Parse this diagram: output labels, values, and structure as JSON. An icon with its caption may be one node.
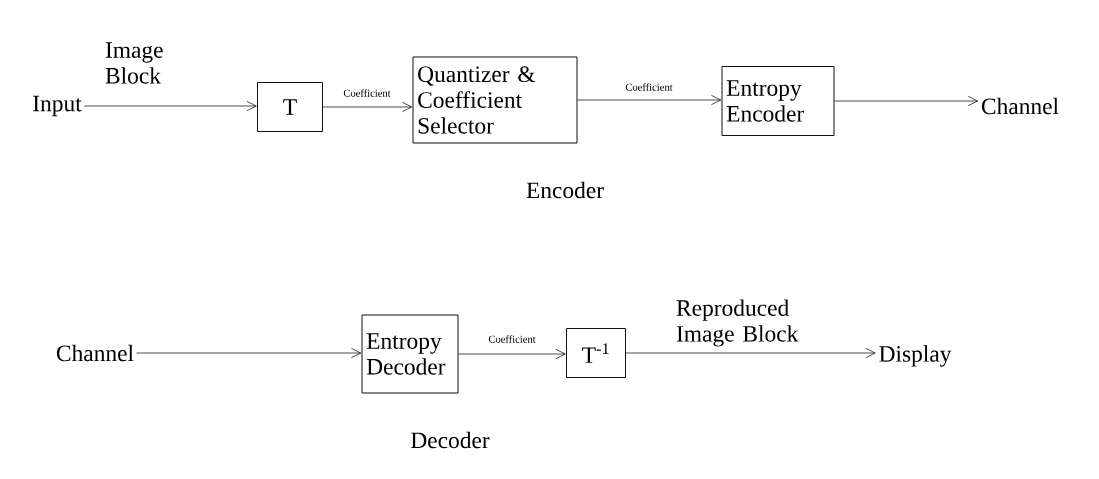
{
  "diagram": {
    "nodes": [
      {
        "text": [
          "Input"
        ]
      },
      {
        "text": [
          "T"
        ]
      },
      {
        "text": [
          "Quantizer & Coefficient Selector"
        ]
      },
      {
        "text": [
          "Entropy Encoder"
        ]
      },
      {
        "text": [
          "Channel"
        ]
      },
      {
        "text": [
          "Channel"
        ]
      },
      {
        "text": [
          "Entropy Decoder"
        ]
      },
      {
        "text": [
          "T$^{-1}$"
        ]
      },
      {
        "text": [
          "Display"
        ]
      }
    ],
    "edges": [
      {
        "from": 0,
        "to": 1,
        "arrow": "to",
        "label": "Image Block"
      },
      {
        "from": 1,
        "to": 2,
        "arrow": "to",
        "label": "Coefficient"
      },
      {
        "from": 2,
        "to": 3,
        "arrow": "to",
        "label": "Coefficient"
      },
      {
        "from": 3,
        "to": 4,
        "arrow": "to"
      },
      {
        "from": 5,
        "to": 6,
        "arrow": "to"
      },
      {
        "from": 6,
        "to": 7,
        "arrow": "to",
        "label": "Coefficient"
      },
      {
        "from": 7,
        "to": 8,
        "arrow": "to",
        "label": "Reproduced Image Block"
      }
    ],
    "labels": [
      "Encoder",
      "Decoder"
    ]
  }
}
